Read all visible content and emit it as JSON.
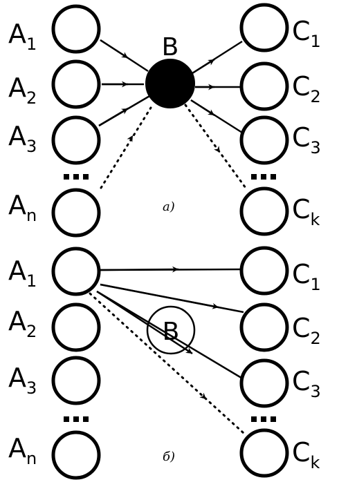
{
  "diagram_a": {
    "caption": "а)",
    "hub_label": "B",
    "left_nodes": [
      {
        "name": "A",
        "sub": "1"
      },
      {
        "name": "A",
        "sub": "2"
      },
      {
        "name": "A",
        "sub": "3"
      },
      {
        "name": "A",
        "sub": "n"
      }
    ],
    "right_nodes": [
      {
        "name": "C",
        "sub": "1"
      },
      {
        "name": "C",
        "sub": "2"
      },
      {
        "name": "C",
        "sub": "3"
      },
      {
        "name": "C",
        "sub": "k"
      }
    ]
  },
  "diagram_b": {
    "caption": "б)",
    "hub_label": "B",
    "left_nodes": [
      {
        "name": "A",
        "sub": "1"
      },
      {
        "name": "A",
        "sub": "2"
      },
      {
        "name": "A",
        "sub": "3"
      },
      {
        "name": "A",
        "sub": "n"
      }
    ],
    "right_nodes": [
      {
        "name": "C",
        "sub": "1"
      },
      {
        "name": "C",
        "sub": "2"
      },
      {
        "name": "C",
        "sub": "3"
      },
      {
        "name": "C",
        "sub": "k"
      }
    ]
  }
}
